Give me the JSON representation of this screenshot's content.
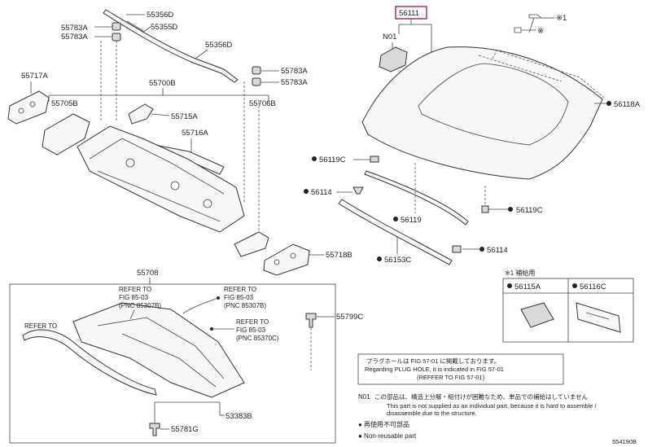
{
  "diagram": {
    "parts": {
      "p55356D": "55356D",
      "p55355D": "55355D",
      "p55356D_b": "55356D",
      "p55783A_1": "55783A",
      "p55783A_2": "55783A",
      "p55783A_3": "55783A",
      "p55783A_4": "55783A",
      "p55717A": "55717A",
      "p55700B": "55700B",
      "p55705B": "55705B",
      "p55715A": "55715A",
      "p55706B": "55706B",
      "p55716A": "55716A",
      "p55718B": "55718B",
      "p55708": "55708",
      "p55799C": "55799C",
      "p53383B": "53383B",
      "p55781G": "55781G",
      "p56111": "56111",
      "pN01": "N01",
      "p56118A": "56118A",
      "p56119C_1": "56119C",
      "p56114_1": "56114",
      "p56119": "56119",
      "p56119C_2": "56119C",
      "p56153C": "56153C",
      "p56114_2": "56114",
      "p56115A": "56115A",
      "p56116C": "56116C"
    },
    "star1": "※1",
    "star": "※",
    "refs": {
      "r1_line1": "REFER TO",
      "r1_line2": "FIG 85-03",
      "r1_line3": "(PNC 85307B)",
      "r2_line1": "REFER TO",
      "r2_line2": "FIG 85-03",
      "r2_line3": "(PNC 85307B)",
      "r3_line1": "REFER TO",
      "r3_line2": "FIG 85-03",
      "r3_line3": "(PNC 85370C)"
    },
    "legend_title": "※1 補給用",
    "note_box": {
      "line1": "プラグホールは FIG 57-01 に掲載しております。",
      "line2": "Regarding PLUG HOLE, it is indicated in FIG 57-01",
      "line3": "(REFFER TO FIG 57-01)"
    },
    "footnotes": {
      "n01_key": "N01",
      "n01_jp": "この部品は、構造上分解・組付けが困難なため、単品での補給はしていません",
      "n01_en1": "This part is not supplied as an individual part, because it is hard to assemble /",
      "n01_en2": "disassemble due to the structure.",
      "bullet_jp": "● 再使用不可部品",
      "bullet_en": "● Non-reusable part"
    },
    "fig_code": "554190B"
  }
}
